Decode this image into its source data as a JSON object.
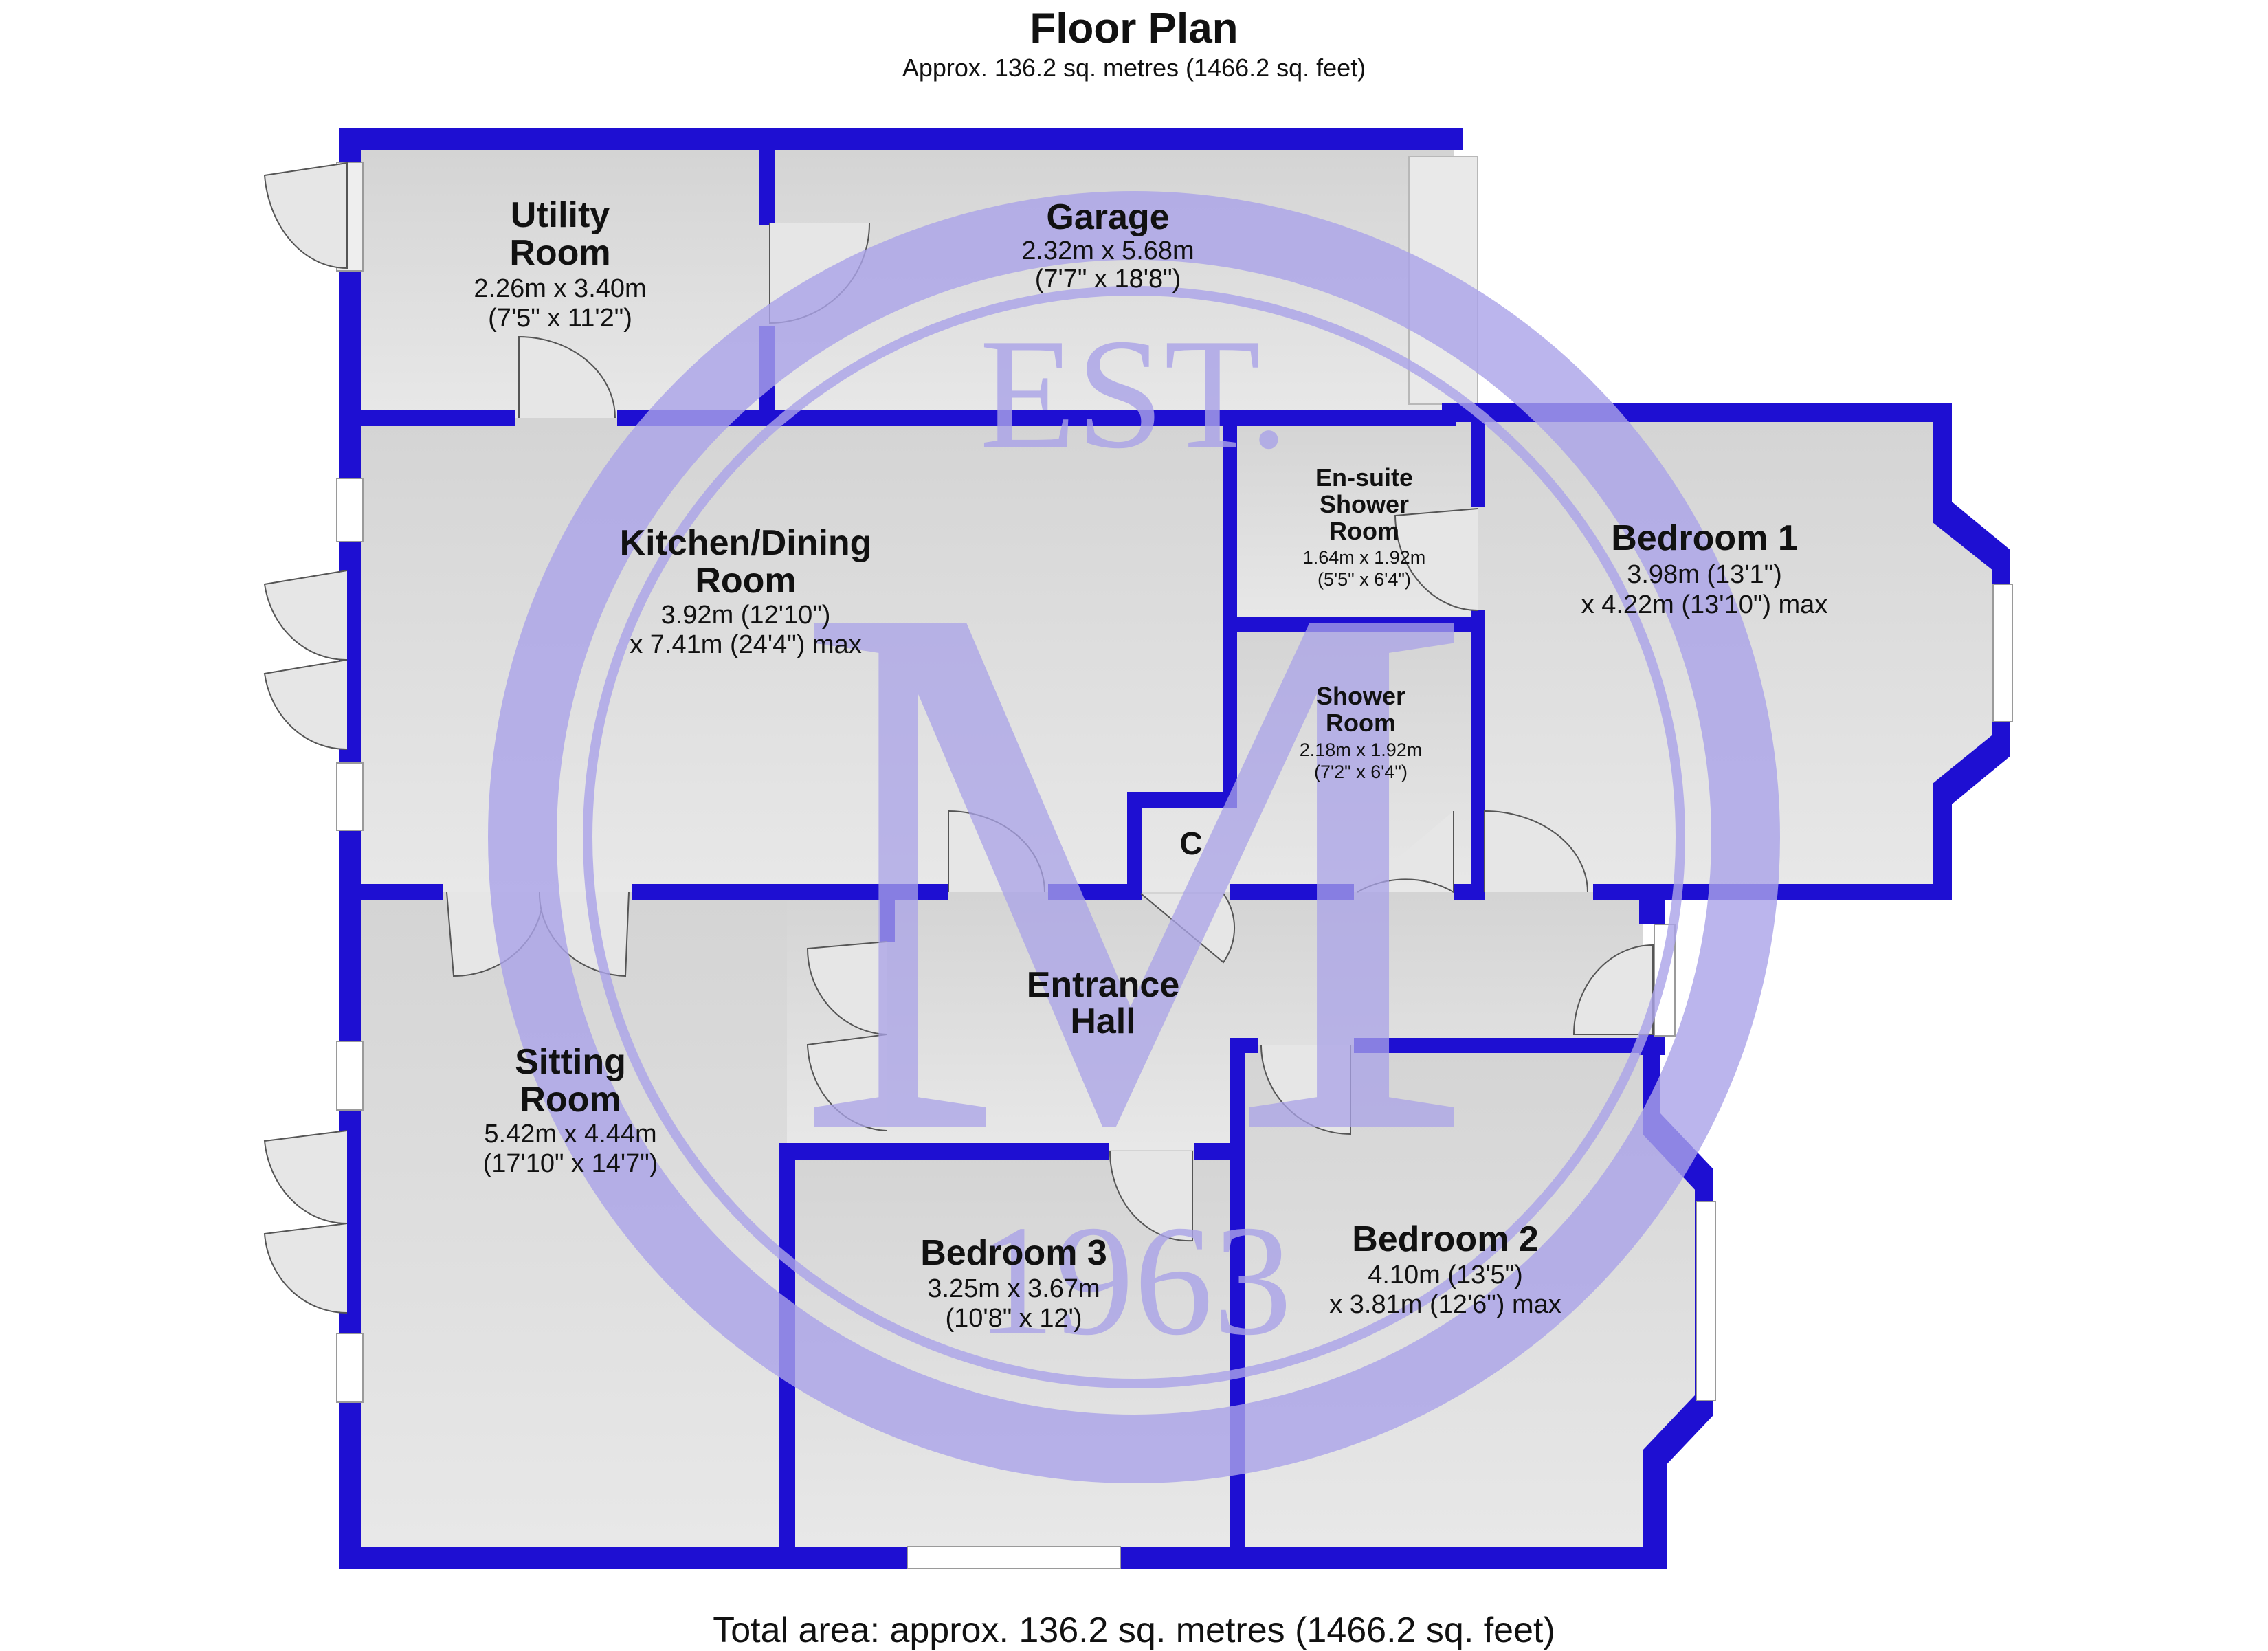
{
  "header": {
    "title": "Floor Plan",
    "subtitle": "Approx. 136.2 sq. metres (1466.2 sq. feet)"
  },
  "footer": {
    "total": "Total area: approx. 136.2 sq. metres (1466.2 sq. feet)"
  },
  "watermark": {
    "top": "EST.",
    "letter": "M",
    "year": "1963",
    "color": "#aaa3e8"
  },
  "colors": {
    "wall": "#1e0fd2",
    "floor": "#e1e1e1",
    "window": "#ffffff"
  },
  "rooms": {
    "utility": {
      "name1": "Utility",
      "name2": "Room",
      "dim1": "2.26m x 3.40m",
      "dim2": "(7'5\" x 11'2\")"
    },
    "garage": {
      "name1": "Garage",
      "dim1": "2.32m x 5.68m",
      "dim2": "(7'7\" x 18'8\")"
    },
    "kitchen": {
      "name1": "Kitchen/Dining",
      "name2": "Room",
      "dim1": "3.92m (12'10\")",
      "dim2": "x 7.41m (24'4\") max"
    },
    "ensuite": {
      "name1": "En-suite",
      "name2": "Shower",
      "name3": "Room",
      "dim1": "1.64m x 1.92m",
      "dim2": "(5'5\" x 6'4\")"
    },
    "bedroom1": {
      "name1": "Bedroom 1",
      "dim1": "3.98m (13'1\")",
      "dim2": "x 4.22m (13'10\") max"
    },
    "shower": {
      "name1": "Shower",
      "name2": "Room",
      "dim1": "2.18m x 1.92m",
      "dim2": "(7'2\" x 6'4\")"
    },
    "cupboard": {
      "name1": "C"
    },
    "hall": {
      "name1": "Entrance",
      "name2": "Hall"
    },
    "sitting": {
      "name1": "Sitting",
      "name2": "Room",
      "dim1": "5.42m x 4.44m",
      "dim2": "(17'10\" x 14'7\")"
    },
    "bedroom3": {
      "name1": "Bedroom 3",
      "dim1": "3.25m x 3.67m",
      "dim2": "(10'8\" x 12')"
    },
    "bedroom2": {
      "name1": "Bedroom 2",
      "dim1": "4.10m (13'5\")",
      "dim2": "x 3.81m (12'6\") max"
    }
  }
}
